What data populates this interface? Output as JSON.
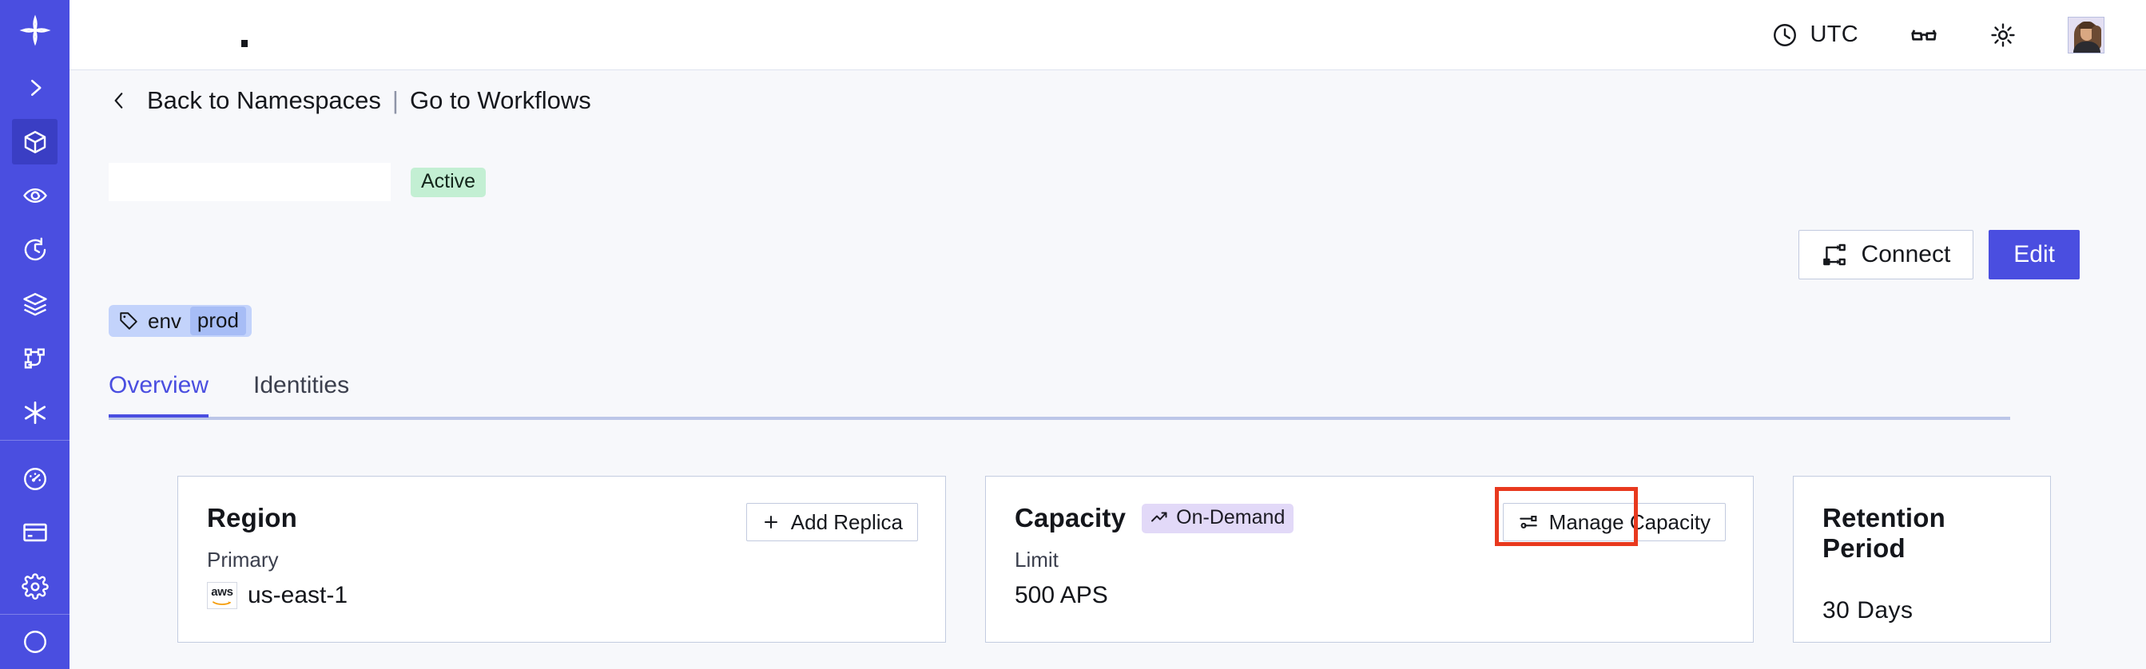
{
  "sidebar": {
    "logo": {
      "icon": "compass-star-logo"
    },
    "items": [
      {
        "icon": "chevron-right-icon",
        "name": "expand-sidebar"
      },
      {
        "icon": "cube-icon",
        "name": "namespaces",
        "active": true
      },
      {
        "icon": "eye-spiral-icon",
        "name": "observability"
      },
      {
        "icon": "clock-rewind-icon",
        "name": "schedules"
      },
      {
        "icon": "layers-icon",
        "name": "batch-operations"
      },
      {
        "icon": "git-branch-icon",
        "name": "workflows"
      },
      {
        "icon": "asterisk-icon",
        "name": "nexus"
      },
      {
        "icon": "gauge-icon",
        "name": "usage"
      },
      {
        "icon": "credit-card-icon",
        "name": "billing"
      },
      {
        "icon": "gear-icon",
        "name": "settings"
      },
      {
        "icon": "help-circle-icon",
        "name": "help"
      }
    ]
  },
  "topbar": {
    "timezone_label": "UTC",
    "clock_icon": "clock-icon",
    "glasses_icon": "glasses-icon",
    "theme_icon": "sun-icon",
    "avatar_name": "user-avatar"
  },
  "breadcrumb": {
    "back_icon": "chevron-left-icon",
    "back_label": "Back to Namespaces",
    "separator": "|",
    "forward_label": "Go to Workflows"
  },
  "namespace": {
    "title": "",
    "title_redacted": true,
    "status": "Active",
    "tag": {
      "icon": "tag-icon",
      "key": "env",
      "value": "prod"
    }
  },
  "actions": {
    "connect_label": "Connect",
    "connect_icon": "connect-nodes-icon",
    "edit_label": "Edit"
  },
  "tabs": [
    {
      "label": "Overview",
      "active": true
    },
    {
      "label": "Identities",
      "active": false
    }
  ],
  "cards": {
    "region": {
      "title": "Region",
      "sub_label": "Primary",
      "provider_icon": "aws-logo",
      "provider_text": "aws",
      "value": "us-east-1",
      "button_label": "Add Replica",
      "button_icon": "plus-icon"
    },
    "capacity": {
      "title": "Capacity",
      "badge_label": "On-Demand",
      "badge_icon": "trending-up-icon",
      "sub_label": "Limit",
      "value": "500 APS",
      "button_label": "Manage Capacity",
      "button_icon": "sliders-icon",
      "button_highlighted": true
    },
    "retention": {
      "title": "Retention Period",
      "value": "30 Days"
    }
  },
  "colors": {
    "brand_indigo": "#4a4ee0",
    "sidebar_active": "#3a3ec4",
    "page_bg": "#f7f8fb",
    "status_green_bg": "#c3efd3",
    "badge_purple_bg": "#e2d9f8",
    "tag_blue_bg": "#c3d3fb",
    "tag_value_bg": "#a7bdf6",
    "annotation_red": "#e8391e",
    "card_border": "#c3cce0"
  }
}
